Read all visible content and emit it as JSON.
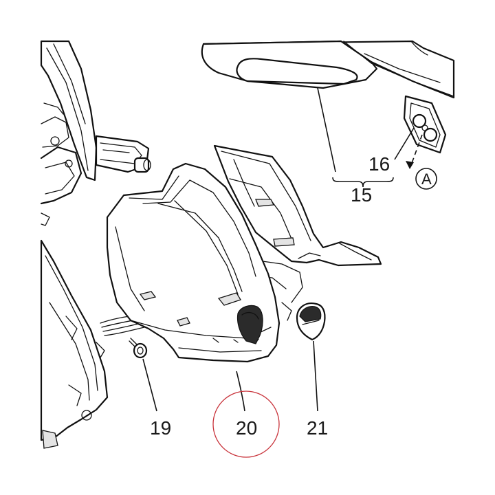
{
  "callouts": {
    "c15": "15",
    "c16": "16",
    "c19": "19",
    "c20": "20",
    "c21": "21"
  },
  "reference": {
    "letter": "A"
  },
  "colors": {
    "line": "#111111",
    "highlight_circle": "#c8323a",
    "background": "#ffffff"
  }
}
